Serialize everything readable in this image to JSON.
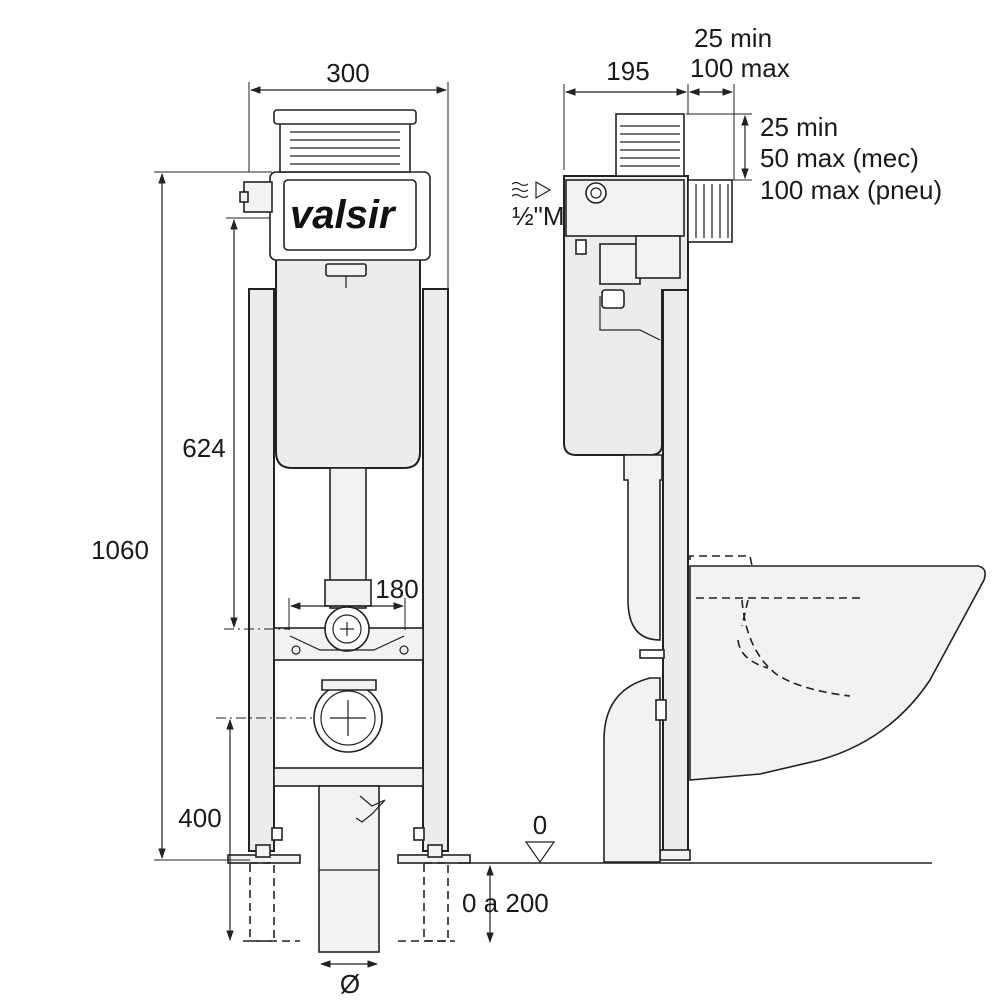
{
  "brand": {
    "logo_text": "valsir"
  },
  "front_view": {
    "width_label": "300",
    "height_label": "1060",
    "cistern_height_label": "624",
    "flush_pipe_spacing_label": "180",
    "drain_height_label": "400",
    "drain_diameter_label": "Ø"
  },
  "side_view": {
    "depth_label": "195",
    "plate_offset_min_label": "25 min",
    "plate_offset_max_label": "100 max",
    "plate_vertical_min_label": "25 min",
    "plate_vertical_mec_label": "50 max (mec)",
    "plate_vertical_pneu_label": "100 max (pneu)",
    "water_inlet_label": "½\"M",
    "floor_zero_label": "0",
    "foot_adjust_label": "0 a 200"
  }
}
